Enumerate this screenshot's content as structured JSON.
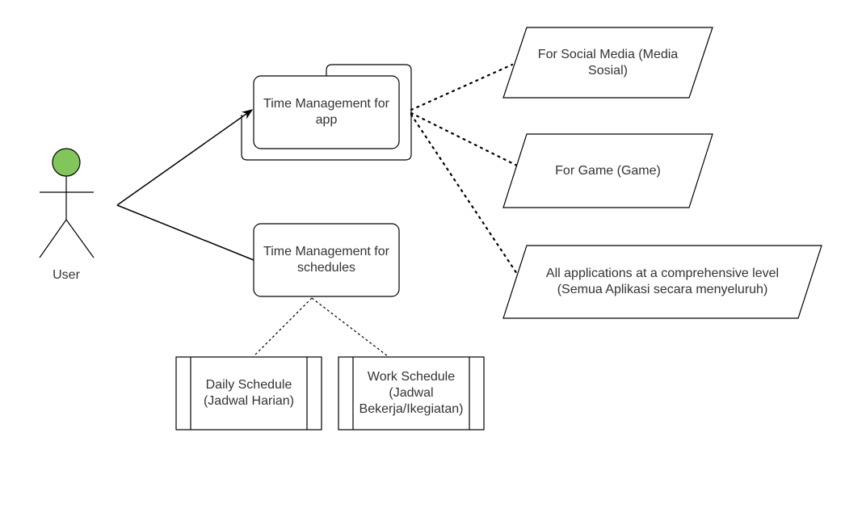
{
  "actor": {
    "label": "User",
    "head_color": "#82c65b"
  },
  "processes": {
    "app": {
      "line1": "Time Management for",
      "line2": "app"
    },
    "schedules": {
      "line1": "Time Management for",
      "line2": "schedules"
    }
  },
  "outputs": {
    "social": {
      "line1": "For Social Media (Media",
      "line2": "Sosial)"
    },
    "game": {
      "line1": "For Game (Game)"
    },
    "all": {
      "line1": "All applications at a comprehensive level",
      "line2": "(Semua Aplikasi secara menyeluruh)"
    }
  },
  "subprocesses": {
    "daily": {
      "line1": "Daily Schedule",
      "line2": "(Jadwal Harian)"
    },
    "work": {
      "line1": "Work Schedule",
      "line2": "(Jadwal",
      "line3": "Bekerja/Ikegiatan)"
    }
  },
  "colors": {
    "stroke": "#000000",
    "text": "#333333",
    "actor_head": "#82c65b"
  }
}
